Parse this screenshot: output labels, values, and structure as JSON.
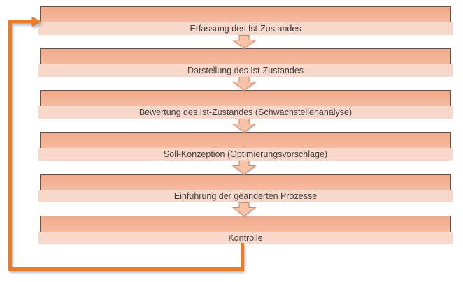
{
  "diagram": {
    "type": "flowchart",
    "direction": "top-down",
    "steps": [
      {
        "label": "Erfassung des Ist-Zustandes"
      },
      {
        "label": "Darstellung des Ist-Zustandes"
      },
      {
        "label": "Bewertung des Ist-Zustandes (Schwachstellenanalyse)"
      },
      {
        "label": "Soll-Konzeption (Optimierungsvorschläge)"
      },
      {
        "label": "Einführung der geänderten Prozesse"
      },
      {
        "label": "Kontrolle"
      }
    ],
    "connectors": {
      "between_steps": "block-arrow-down",
      "feedback_loop": {
        "from": "Kontrolle",
        "to": "Erfassung des Ist-Zustandes"
      }
    }
  },
  "palette": {
    "step_band_top": "#efa98a",
    "step_band_bottom": "#f6bba1",
    "step_label_band": "#f8d8cb",
    "step_border": "#5f544e",
    "arrow_fill": "#f8c2a6",
    "arrow_stroke": "#c98d6b",
    "loop_color": "#e87e2d",
    "text_color": "#3f3f3f"
  }
}
